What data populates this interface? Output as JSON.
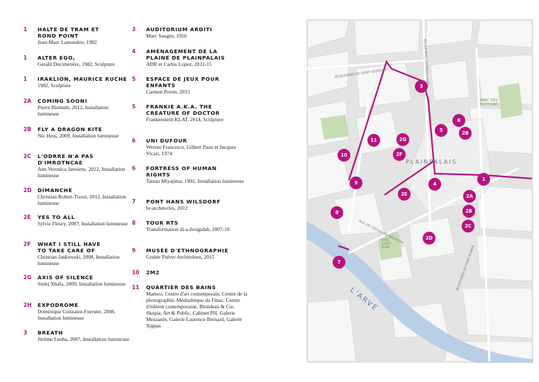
{
  "legend_left": [
    {
      "num": "1",
      "title": "HALTE DE TRAM ET ROND POINT",
      "desc": "Jean-Marc Lamunière, 1982"
    },
    {
      "num": "1",
      "title": "ALTER EGO,",
      "desc": "Gerald Ducimetière, 1982, Sculpture"
    },
    {
      "num": "1",
      "title": "IRAKLION, MAURICE RUCHE",
      "desc": "1982, Sculpture"
    },
    {
      "num": "2A",
      "title": "COMING SOON!",
      "desc": "Pierre Bismuth, 2012, Installation lumineuse"
    },
    {
      "num": "2B",
      "title": "FLY A DRAGON KITE",
      "desc": "Nic Hess, 2009, Installation lumineuse"
    },
    {
      "num": "2C",
      "title": "L'ODRRE N'A PAS D'IMROTNCAE",
      "desc": "Ann Veronica Janssens, 2012, Installation lumineuse"
    },
    {
      "num": "2D",
      "title": "DIMANCHE",
      "desc": "Christian Robert-Tissot, 2012, Installation lumineuse"
    },
    {
      "num": "2E",
      "title": "YES TO ALL",
      "desc": "Sylvie Fleury, 2007, Installation lumineuse"
    },
    {
      "num": "2F",
      "title": "WHAT I STILL HAVE TO TAKE CARE OF",
      "desc": "Christian Jankowski, 2008, Installation lumineuse"
    },
    {
      "num": "2G",
      "title": "AXIS OF SILENCE",
      "desc": "Sislej Xhafa, 2009, Installation lumineuse"
    },
    {
      "num": "2H",
      "title": "EXPODROME",
      "desc": "Dominique Gonzalez-Foerster, 2008, Installation lumineuse"
    },
    {
      "num": "3",
      "title": "BREATH",
      "desc": "Jérôme Leuba, 2007, Installation lumineuse"
    }
  ],
  "legend_mid": [
    {
      "num": "3",
      "title": "AUDITORIUM ARDITI",
      "desc": "Marc Saugey, 1956"
    },
    {
      "num": "4",
      "title": "AMÉNAGEMENT DE LA PLAINE DE PLAINPALAIS",
      "desc": "ADR et Carlos Lopez, 2012-15"
    },
    {
      "num": "5",
      "title": "ESPACE DE JEUX POUR ENFANTS",
      "desc": "Carmen Perrin, 2015"
    },
    {
      "num": "5",
      "title": "FRANKIE A.K.A. THE CREATURE OF DOCTOR",
      "desc": "Frankenstein KLAT, 2014, Sculpture"
    },
    {
      "num": "6",
      "title": "UNI DUFOUR",
      "desc": "Werner Francesco, Gilbert Paux et Jacques Vicari, 1974"
    },
    {
      "num": "6",
      "title": "FORTRESS OF HUMAN RIGHTS",
      "desc": "Tatsuo Miyajima, 1992, Installation lumineuse"
    },
    {
      "num": "7",
      "title": "PONT HANS WILSDORF",
      "desc": "br-architectes, 2012"
    },
    {
      "num": "8",
      "title": "TOUR RTS",
      "desc": "Transformation di-a designlab, 2007-10"
    },
    {
      "num": "9",
      "title": "MUSÉE D'ETHNOGRAPHIE",
      "desc": "Graber Pulver Architekten, 2015"
    },
    {
      "num": "10",
      "title": "2M2",
      "desc": ""
    },
    {
      "num": "11",
      "title": "QUARTIER DES BAINS",
      "desc": "Mamco, Centre d'art contemporain, Centre de la photographie, Médiathèque du Fmac, Centre d'édition contemporaine, Blondeau & Cie, Skopia, Art & Public, Cabinet PH, Galerie Mezzanin, Galerie Laurence Bernard, Galerie Xippas"
    }
  ],
  "map": {
    "labels": {
      "plainpalais": "PLAINPALAIS",
      "arve": "L'ARVE",
      "bd_georges_favon": "BOULEVARD GEORGES-FAVON",
      "bd_saint_georges": "BOULEVARD DE SAINT-GEORGES",
      "parc_bastions": "PARC DES BASTIONS",
      "parc_saint_boby": "PARC SAINT-BOBY",
      "rue_ecole_medecine": "RUE DE L'ÉCOLE-DE-MÉDECINE",
      "bd_pont_arve": "BOULEVARD DU PONT D'ARVE"
    },
    "markers": [
      "1",
      "2A",
      "2B",
      "2C",
      "2D",
      "2E",
      "2F",
      "2G",
      "3",
      "4",
      "5",
      "6",
      "7",
      "8",
      "9",
      "10",
      "11"
    ]
  },
  "colors": {
    "accent": "#b8127f",
    "map_bg": "#e4e4e4",
    "river": "#b9cfe6",
    "park": "#c6dcb4"
  }
}
